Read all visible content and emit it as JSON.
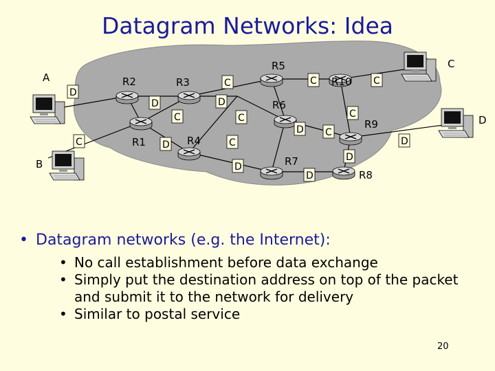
{
  "title": "Datagram Networks: Idea",
  "routers": [
    "R1",
    "R2",
    "R3",
    "R4",
    "R5",
    "R6",
    "R7",
    "R8",
    "R9",
    "R10"
  ],
  "hosts": [
    "A",
    "B",
    "C",
    "D"
  ],
  "packet_labels": [
    "D",
    "C",
    "D",
    "C",
    "C",
    "D",
    "C",
    "C",
    "D",
    "D",
    "C",
    "C",
    "D",
    "D",
    "C",
    "D",
    "C",
    "D"
  ],
  "bullet": "Datagram networks (e.g. the Internet):",
  "sub_bullets": [
    "No call establishment before data exchange",
    "Simply put the destination address on top of the packet and submit it to the network for delivery",
    "Similar to postal service"
  ],
  "page_number": "20",
  "colors": {
    "title": "#1a1a9a",
    "cloud": "#aaaaaa",
    "background": "#fffde0"
  }
}
